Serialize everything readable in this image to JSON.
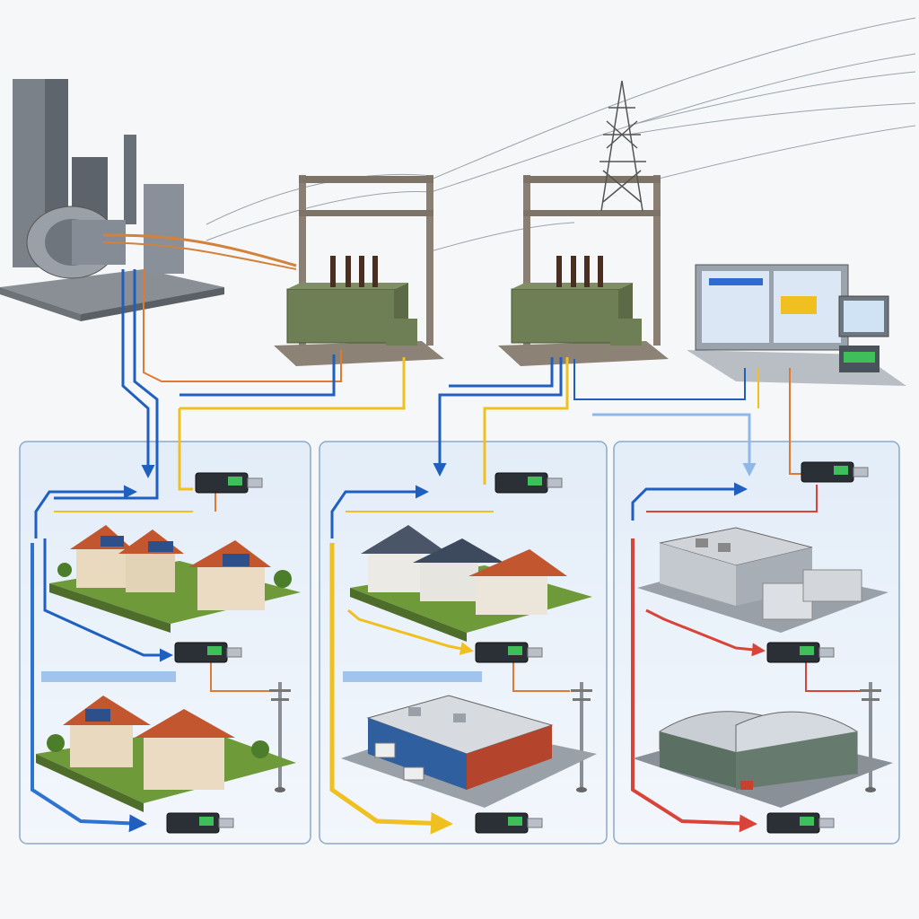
{
  "diagram": {
    "kind": "power-distribution-illustration",
    "nodes": [
      {
        "id": "power-plant",
        "icon": "power-plant-icon"
      },
      {
        "id": "substation-1",
        "icon": "substation-icon"
      },
      {
        "id": "substation-2",
        "icon": "substation-icon"
      },
      {
        "id": "transmission-tower",
        "icon": "transmission-tower-icon"
      },
      {
        "id": "control-center",
        "icon": "control-monitor-icon"
      },
      {
        "id": "panel-1-houses-solar",
        "icon": "house-icon"
      },
      {
        "id": "panel-1-houses-small",
        "icon": "house-icon"
      },
      {
        "id": "panel-2-houses",
        "icon": "house-icon"
      },
      {
        "id": "panel-2-warehouse",
        "icon": "warehouse-icon"
      },
      {
        "id": "panel-3-factory",
        "icon": "factory-icon"
      },
      {
        "id": "panel-3-hangar",
        "icon": "hangar-icon"
      }
    ],
    "meters": 9,
    "colors": {
      "blue": "#1f5fbf",
      "yellow": "#f0c020",
      "red": "#d9443a",
      "orange": "#e07a30",
      "light_blue": "#8fb8e8",
      "panel_bg": "#e9f1fa",
      "panel_border": "#8aa9cc",
      "roof_red": "#c2562f",
      "roof_gray": "#4a5668",
      "grass": "#6f9a3a",
      "transformer": "#6e7e55"
    }
  }
}
